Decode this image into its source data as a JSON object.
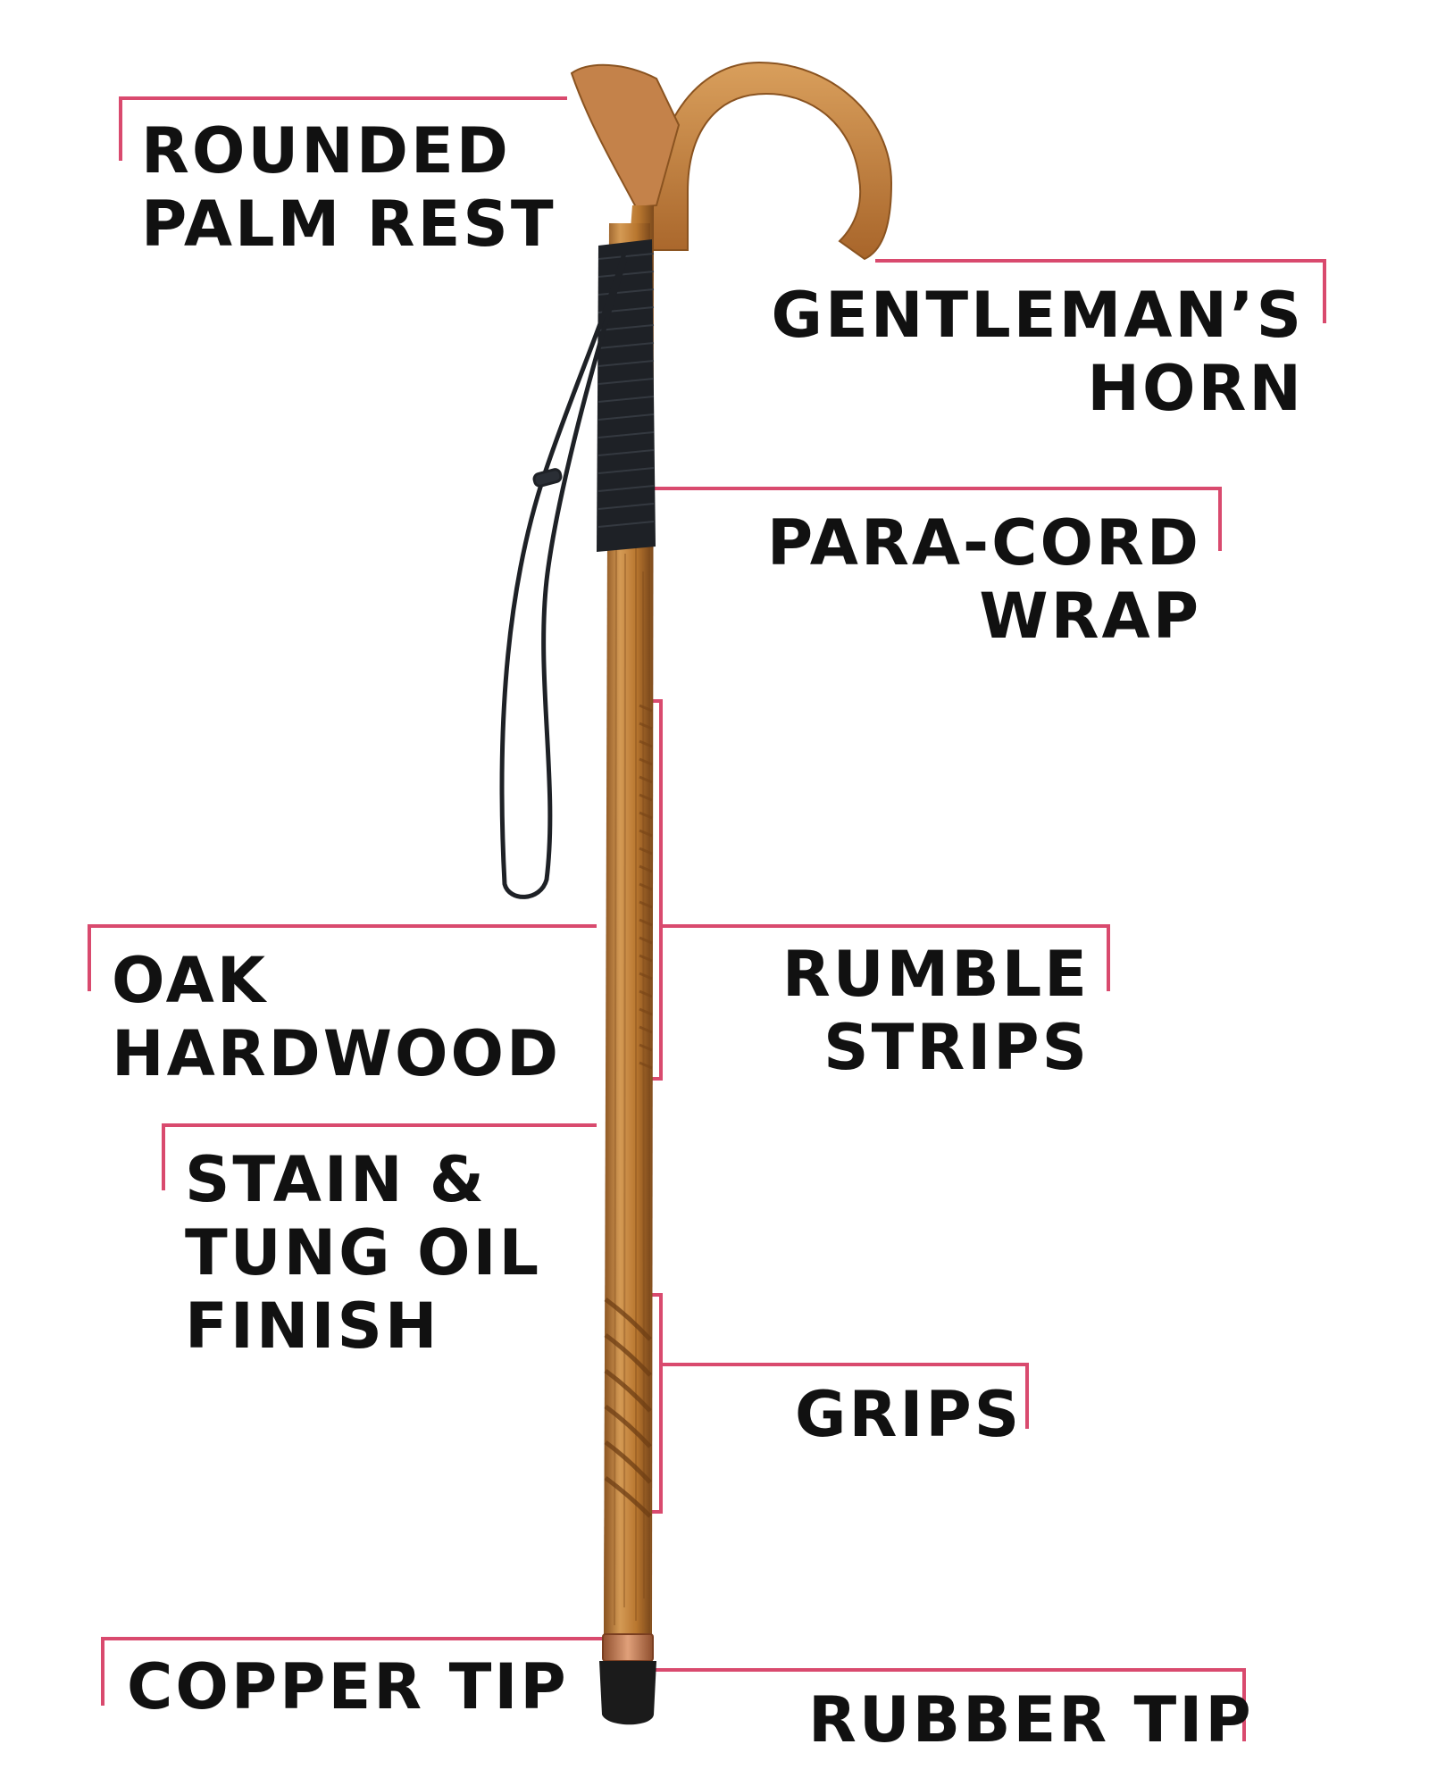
{
  "labels": {
    "palm_rest": [
      "ROUNDED",
      "PALM REST"
    ],
    "horn": [
      "GENTLEMAN’S",
      "HORN"
    ],
    "para_cord": [
      "PARA-CORD",
      "WRAP"
    ],
    "oak": [
      "OAK",
      "HARDWOOD"
    ],
    "rumble": [
      "RUMBLE",
      "STRIPS"
    ],
    "finish": [
      "STAIN &",
      "TUNG OIL",
      "FINISH"
    ],
    "grips": [
      "GRIPS"
    ],
    "copper_tip": [
      "COPPER TIP"
    ],
    "rubber_tip": [
      "RUBBER TIP"
    ]
  },
  "colors": {
    "leader_line": "#d94a6e",
    "wood": "#b9772f",
    "wood_light": "#d49a55",
    "wood_dark": "#8a5320",
    "cord": "#1e2126",
    "copper": "#c97a4e",
    "rubber": "#1b1b1b",
    "text": "#111111"
  }
}
